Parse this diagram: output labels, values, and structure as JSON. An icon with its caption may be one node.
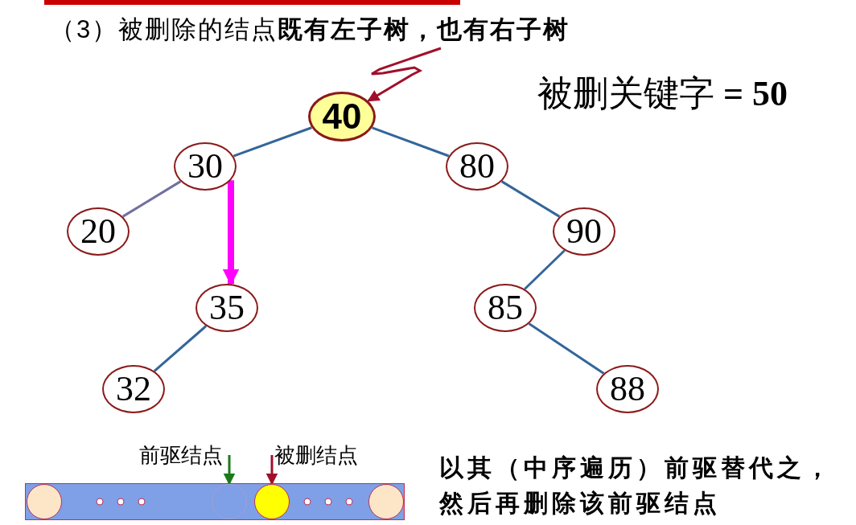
{
  "diagram": {
    "title": "（3）被删除的结点**既有左子树，也有右子树**",
    "nodes": [
      {
        "text": [
          "40"
        ]
      },
      {
        "text": [
          "30"
        ]
      },
      {
        "text": [
          "80"
        ]
      },
      {
        "text": [
          "20"
        ]
      },
      {
        "text": [
          "90"
        ]
      },
      {
        "text": [
          "35"
        ]
      },
      {
        "text": [
          "85"
        ]
      },
      {
        "text": [
          "32"
        ]
      },
      {
        "text": [
          "88"
        ]
      },
      {
        "text": [
          "前驱结点"
        ]
      },
      {
        "text": [
          "被删结点"
        ]
      },
      {
        "text": [],
        "shape": "bar"
      },
      {
        "text": [],
        "shape": "circle",
        "in": 11
      },
      {
        "text": [],
        "shape": "circle",
        "in": 11
      },
      {
        "text": [],
        "shape": "circle",
        "in": 11
      },
      {
        "text": [],
        "shape": "circle",
        "in": 11
      }
    ],
    "edges": [
      {
        "from": 0,
        "to": 1,
        "arrow": "none"
      },
      {
        "from": 0,
        "to": 2,
        "arrow": "none"
      },
      {
        "from": 1,
        "to": 3,
        "arrow": "none",
        "color": "#7070a0"
      },
      {
        "from": 2,
        "to": 4,
        "arrow": "none"
      },
      {
        "from": 4,
        "to": 6,
        "arrow": "none"
      },
      {
        "from": 6,
        "to": 8,
        "arrow": "none"
      },
      {
        "from": 5,
        "to": 7,
        "arrow": "none"
      },
      {
        "from": 1,
        "to": 5,
        "arrow": "to",
        "style": "thick",
        "color": "#ff00ff"
      },
      {
        "from": null,
        "to": 0,
        "arrow": "to",
        "color": "#a0102a"
      },
      {
        "from": 9,
        "to": 13,
        "arrow": "to",
        "color": "#1a7a1a"
      },
      {
        "from": 10,
        "to": 14,
        "arrow": "to",
        "color": "#a0102a"
      }
    ],
    "labels": [
      "被删关键字 **= 50**",
      "以其（中序遍历）前驱替代之，然后再删除该前驱结点"
    ]
  }
}
